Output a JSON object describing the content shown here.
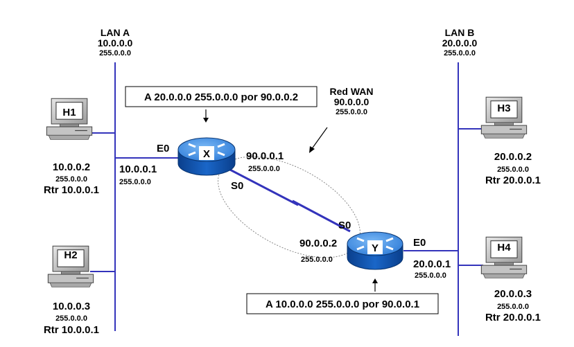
{
  "lan_a": {
    "title": "LAN A",
    "network": "10.0.0.0",
    "mask": "255.0.0.0"
  },
  "lan_b": {
    "title": "LAN B",
    "network": "20.0.0.0",
    "mask": "255.0.0.0"
  },
  "wan": {
    "title": "Red WAN",
    "network": "90.0.0.0",
    "mask": "255.0.0.0"
  },
  "route_x": "A 20.0.0.0 255.0.0.0 por 90.0.0.2",
  "route_y": "A 10.0.0.0 255.0.0.0 por 90.0.0.1",
  "router_x": {
    "label": "X",
    "e0": {
      "name": "E0",
      "ip": "10.0.0.1",
      "mask": "255.0.0.0"
    },
    "s0": {
      "name": "S0",
      "ip": "90.0.0.1",
      "mask": "255.0.0.0"
    }
  },
  "router_y": {
    "label": "Y",
    "e0": {
      "name": "E0",
      "ip": "20.0.0.1",
      "mask": "255.0.0.0"
    },
    "s0": {
      "name": "S0",
      "ip": "90.0.0.2",
      "mask": "255.0.0.0"
    }
  },
  "hosts": {
    "h1": {
      "label": "H1",
      "ip": "10.0.0.2",
      "mask": "255.0.0.0",
      "gateway": "Rtr 10.0.0.1"
    },
    "h2": {
      "label": "H2",
      "ip": "10.0.0.3",
      "mask": "255.0.0.0",
      "gateway": "Rtr 10.0.0.1"
    },
    "h3": {
      "label": "H3",
      "ip": "20.0.0.2",
      "mask": "255.0.0.0",
      "gateway": "Rtr 20.0.0.1"
    },
    "h4": {
      "label": "H4",
      "ip": "20.0.0.3",
      "mask": "255.0.0.0",
      "gateway": "Rtr 20.0.0.1"
    }
  },
  "colors": {
    "link": "#3333bb",
    "router_top": "#3a8de8",
    "router_side": "#0b4ea8",
    "computer_body": "#c9c9c9",
    "line": "#000000"
  }
}
